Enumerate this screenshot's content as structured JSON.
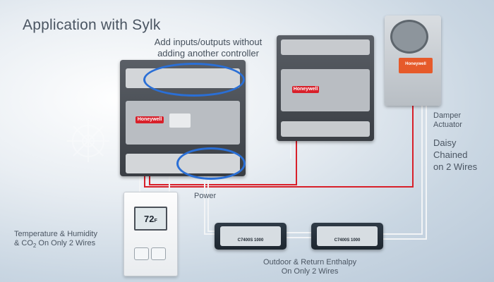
{
  "title": "Application with Sylk",
  "callout_line1": "Add inputs/outputs without",
  "callout_line2": "adding another controller",
  "power_label": "Power",
  "damper_label_line1": "Damper",
  "damper_label_line2": "Actuator",
  "daisy_line1": "Daisy",
  "daisy_line2": "Chained",
  "daisy_line3": "on 2 Wires",
  "temp_label_line1": "Temperature & Humidity",
  "temp_label_line2_pre": "& CO",
  "temp_label_line2_sub": "2",
  "temp_label_line2_post": " On Only 2 Wires",
  "enthalpy_line1": "Outdoor & Return Enthalpy",
  "enthalpy_line2": "On Only 2 Wires",
  "brand": "Honeywell",
  "thermostat_reading": "72",
  "thermostat_unit": "F",
  "sensor_model": "C7400S 1000",
  "colors": {
    "highlight_ring": "#2a6fd6",
    "power_wire": "#d8202a",
    "bus_wire": "#e8ecef",
    "brand_red": "#d8202a"
  }
}
